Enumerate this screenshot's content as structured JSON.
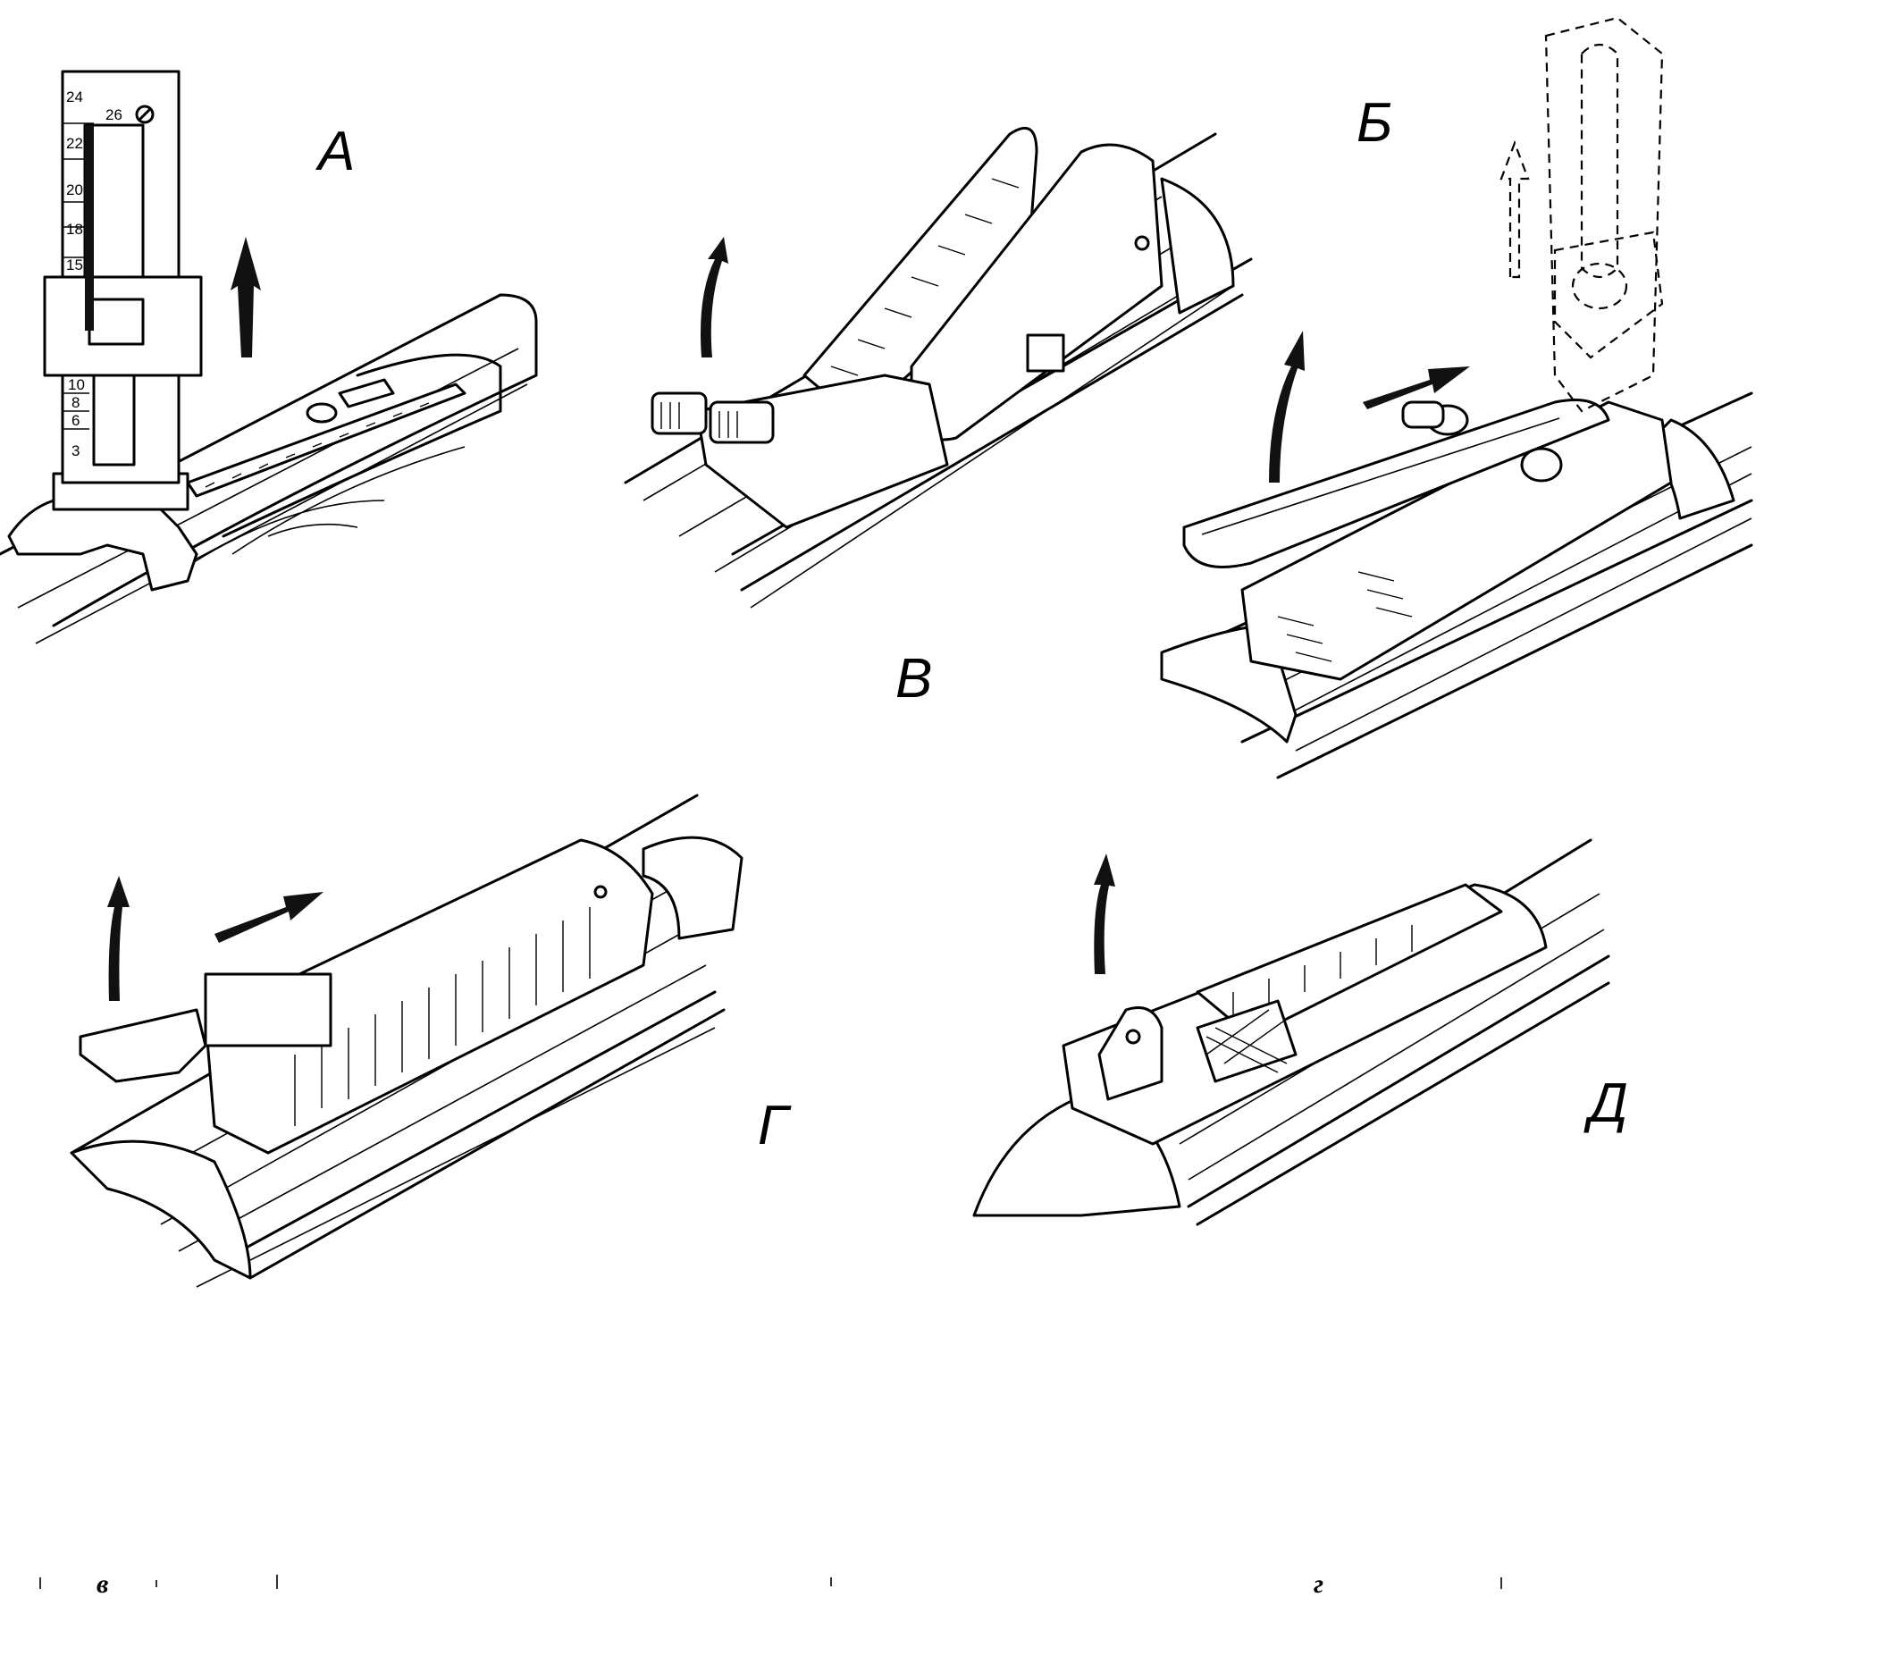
{
  "figure": {
    "labels": {
      "a": "А",
      "b": "Б",
      "v": "В",
      "g": "Г",
      "d": "Д"
    },
    "scale_a": [
      "24",
      "26",
      "22",
      "20",
      "18",
      "15",
      "10",
      "8",
      "6",
      "3"
    ],
    "footer": {
      "left": "в",
      "right": "г"
    }
  }
}
